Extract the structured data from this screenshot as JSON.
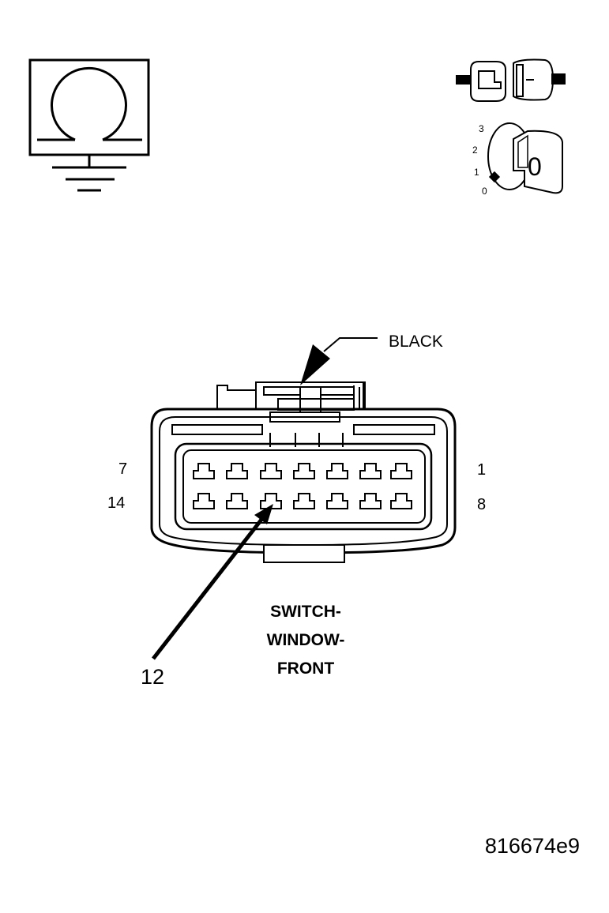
{
  "diagram": {
    "connector_color_label": "BLACK",
    "pin_label_top_left": "7",
    "pin_label_bottom_left": "14",
    "pin_label_top_right": "1",
    "pin_label_bottom_right": "8",
    "callout_pin": "12",
    "component_name_lines": [
      "SWITCH-",
      "WINDOW-",
      "FRONT"
    ],
    "figure_id": "816674e9",
    "ignition_positions": [
      "3",
      "2",
      "1",
      "0"
    ],
    "ignition_key_position": "0"
  },
  "icons": {
    "ohmmeter": "ohmmeter-ground-icon",
    "connector_disconnect": "connector-disconnect-icon",
    "ignition": "ignition-key-off-icon"
  }
}
